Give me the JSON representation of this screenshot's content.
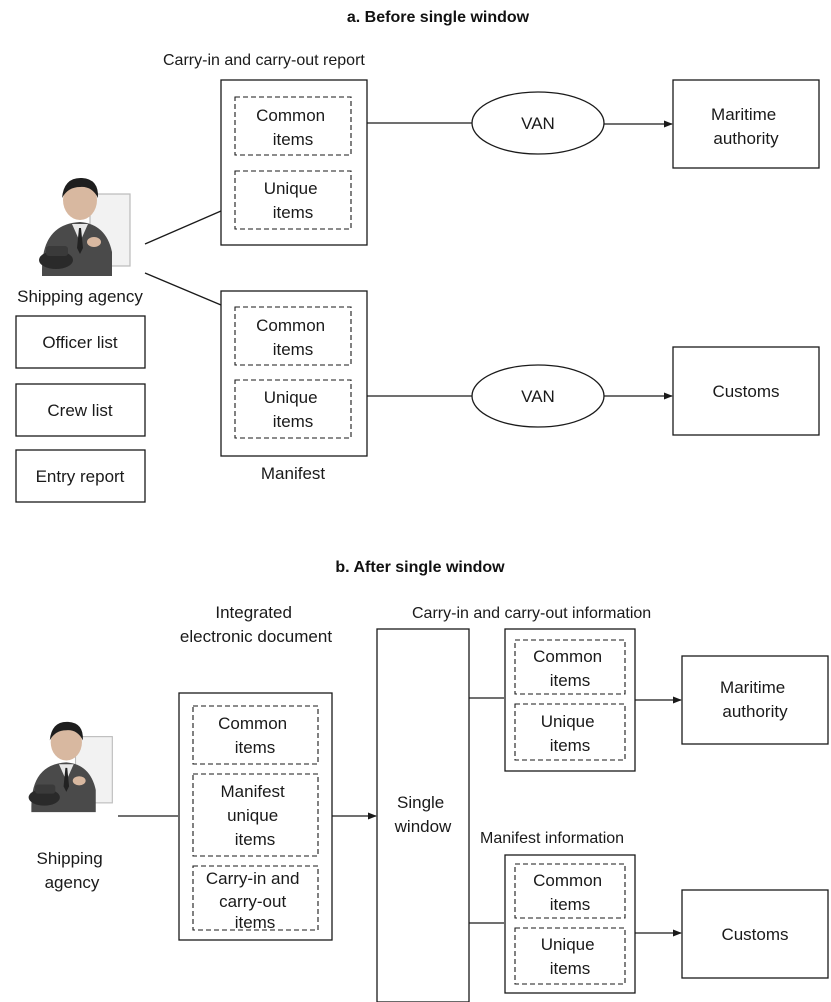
{
  "section_a": {
    "title": "a. Before single window",
    "carry_report_label": "Carry-in and carry-out report",
    "manifest_label": "Manifest",
    "shipping_agency_label": "Shipping agency",
    "carry_report_items": [
      [
        "Common",
        "items"
      ],
      [
        "Unique",
        "items"
      ]
    ],
    "manifest_items": [
      [
        "Common",
        "items"
      ],
      [
        "Unique",
        "items"
      ]
    ],
    "left_boxes": [
      "Officer list",
      "Crew list",
      "Entry report"
    ],
    "van_top": "VAN",
    "van_bottom": "VAN",
    "maritime_authority": [
      "Maritime",
      "authority"
    ],
    "customs": "Customs"
  },
  "section_b": {
    "title": "b. After single window",
    "integrated_label": [
      "Integrated",
      "electronic document"
    ],
    "integrated_items": [
      [
        "Common",
        "items"
      ],
      [
        "Manifest",
        "unique",
        "items"
      ],
      [
        "Carry-in and",
        "carry-out",
        "items"
      ]
    ],
    "shipping_agency_label": [
      "Shipping",
      "agency"
    ],
    "single_window": [
      "Single",
      "window"
    ],
    "carry_info_label": "Carry-in and carry-out information",
    "carry_info_items": [
      [
        "Common",
        "items"
      ],
      [
        "Unique",
        "items"
      ]
    ],
    "manifest_info_label": "Manifest information",
    "manifest_info_items": [
      [
        "Common",
        "items"
      ],
      [
        "Unique",
        "items"
      ]
    ],
    "maritime_authority": [
      "Maritime",
      "authority"
    ],
    "customs": "Customs"
  }
}
